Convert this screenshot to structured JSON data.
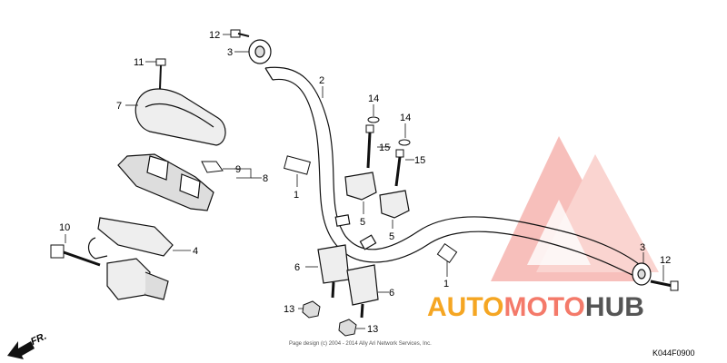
{
  "callouts": [
    {
      "id": "c12a",
      "text": "12"
    },
    {
      "id": "c3a",
      "text": "3"
    },
    {
      "id": "c11",
      "text": "11"
    },
    {
      "id": "c2",
      "text": "2"
    },
    {
      "id": "c7",
      "text": "7"
    },
    {
      "id": "c14a",
      "text": "14"
    },
    {
      "id": "c14b",
      "text": "14"
    },
    {
      "id": "c15a",
      "text": "15"
    },
    {
      "id": "c15b",
      "text": "15"
    },
    {
      "id": "c9",
      "text": "9"
    },
    {
      "id": "c8",
      "text": "8"
    },
    {
      "id": "c1a",
      "text": "1"
    },
    {
      "id": "c5a",
      "text": "5"
    },
    {
      "id": "c5b",
      "text": "5"
    },
    {
      "id": "c10",
      "text": "10"
    },
    {
      "id": "c4",
      "text": "4"
    },
    {
      "id": "c6a",
      "text": "6"
    },
    {
      "id": "c6b",
      "text": "6"
    },
    {
      "id": "c13a",
      "text": "13"
    },
    {
      "id": "c13b",
      "text": "13"
    },
    {
      "id": "c1b",
      "text": "1"
    },
    {
      "id": "c3b",
      "text": "3"
    },
    {
      "id": "c12b",
      "text": "12"
    }
  ],
  "direction_label": "FR.",
  "copyright": "Page design (c) 2004 - 2014 Ally Ari Network Services, Inc.",
  "diagram_code": "K044F0900",
  "watermark": {
    "part1": "AUTO",
    "part2": "MOTO",
    "part3": "HUB",
    "color_primary": "#f5a623",
    "color_secondary": "#f47a6a",
    "color_dark": "#555555",
    "logo_color": "#f28c84"
  }
}
